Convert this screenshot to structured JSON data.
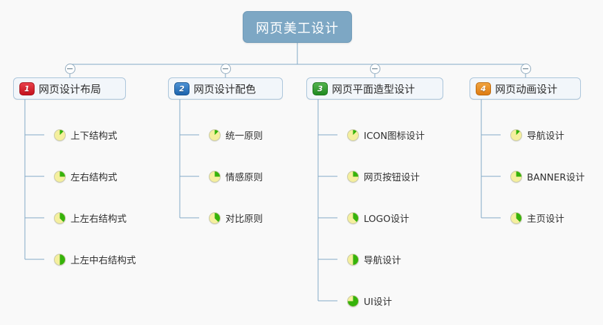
{
  "root": {
    "label": "网页美工设计"
  },
  "colors": {
    "root_fill": "#7da7c4",
    "branch_fill": "#f2f6fa",
    "branch_border": "#a9c4da",
    "connector": "#7fa8c5",
    "background": "#f9f9f9",
    "badge_1": "#c5121c",
    "badge_2": "#1b63ad",
    "badge_3": "#1f8a1f",
    "badge_4": "#de7c12",
    "pie_base": "#f5ef9e",
    "pie_progress": "#36b30a"
  },
  "toggle_icon": "collapse-minus-icon",
  "branches": [
    {
      "number": "1",
      "label": "网页设计布局",
      "badge_color": "#c5121c",
      "children": [
        {
          "label": "上下结构式",
          "progress": 12
        },
        {
          "label": "左右结构式",
          "progress": 25
        },
        {
          "label": "上左右结构式",
          "progress": 38
        },
        {
          "label": "上左中右结构式",
          "progress": 50
        }
      ]
    },
    {
      "number": "2",
      "label": "网页设计配色",
      "badge_color": "#1b63ad",
      "children": [
        {
          "label": "统一原则",
          "progress": 12
        },
        {
          "label": "情感原则",
          "progress": 25
        },
        {
          "label": "对比原则",
          "progress": 38
        }
      ]
    },
    {
      "number": "3",
      "label": "网页平面造型设计",
      "badge_color": "#1f8a1f",
      "children": [
        {
          "label": "ICON图标设计",
          "progress": 12
        },
        {
          "label": "网页按钮设计",
          "progress": 25
        },
        {
          "label": "LOGO设计",
          "progress": 38
        },
        {
          "label": "导航设计",
          "progress": 50
        },
        {
          "label": "UI设计",
          "progress": 75
        }
      ]
    },
    {
      "number": "4",
      "label": "网页动画设计",
      "badge_color": "#de7c12",
      "children": [
        {
          "label": "导航设计",
          "progress": 12
        },
        {
          "label": "BANNER设计",
          "progress": 25
        },
        {
          "label": "主页设计",
          "progress": 38
        }
      ]
    }
  ]
}
